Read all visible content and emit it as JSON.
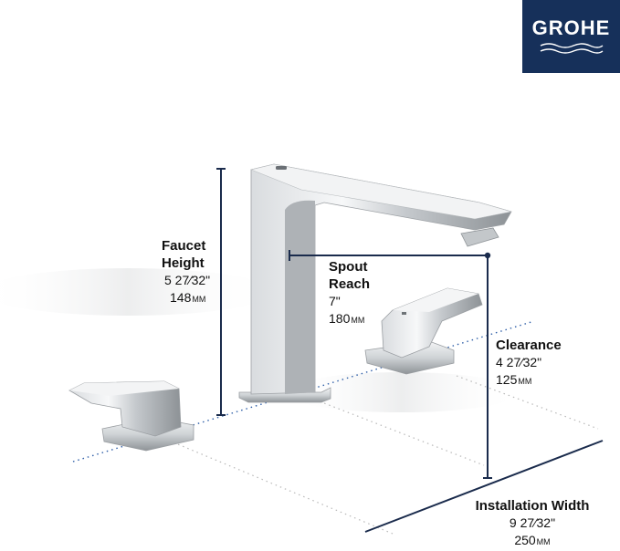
{
  "brand": {
    "logo_text": "GROHE",
    "background_color": "#16305a"
  },
  "colors": {
    "dimension_line": "#1a2b4c",
    "dotted_line": "#2f5fa8"
  },
  "dimensions": {
    "faucet_height": {
      "title_line1": "Faucet",
      "title_line2": "Height",
      "inches": "5 27⁄32\"",
      "mm": "148",
      "mm_unit": "MM"
    },
    "spout_reach": {
      "title_line1": "Spout",
      "title_line2": "Reach",
      "inches": "7\"",
      "mm": "180",
      "mm_unit": "MM"
    },
    "clearance": {
      "title": "Clearance",
      "inches": "4 27⁄32\"",
      "mm": "125",
      "mm_unit": "MM"
    },
    "installation_width": {
      "title": "Installation Width",
      "inches": "9 27⁄32\"",
      "mm": "250",
      "mm_unit": "MM"
    }
  }
}
